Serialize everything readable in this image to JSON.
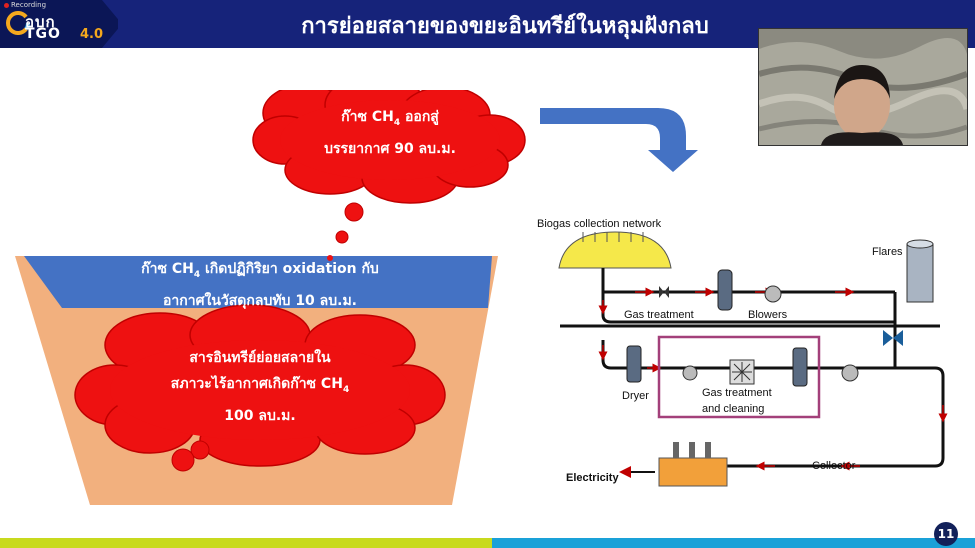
{
  "recording": {
    "label": "Recording"
  },
  "logo": {
    "top": "อบก",
    "bottom": "TGO",
    "version": "4.0"
  },
  "slide": {
    "title": "การย่อยสลายของขยะอินทรีย์ในหลุมฝังกลบ",
    "page_number": "11"
  },
  "top_cloud": {
    "line1_pre": "ก๊าซ CH",
    "line1_sub": "4",
    "line1_post": " ออกสู่",
    "line2": "บรรยากาศ 90 ลบ.ม."
  },
  "oxidation_layer": {
    "line1_pre": "ก๊าซ CH",
    "line1_sub": "4",
    "line1_post": " เกิดปฏิกิริยา  oxidation กับ",
    "line2": "อากาศในวัสดุกลบทับ 10 ลบ.ม."
  },
  "bottom_cloud": {
    "line1": "สารอินทรีย์ย่อยสลายใน",
    "line2_pre": "สภาวะไร้อากาศเกิดก๊าซ CH",
    "line2_sub": "4",
    "line3": "100 ลบ.ม."
  },
  "diagram": {
    "biogas_network": "Biogas collection network",
    "flares": "Flares",
    "gas_treatment": "Gas treatment",
    "blowers": "Blowers",
    "dryer": "Dryer",
    "gas_treatment_cleaning_1": "Gas treatment",
    "gas_treatment_cleaning_2": "and cleaning",
    "collector": "Collector",
    "electricity": "Electricity"
  },
  "colors": {
    "header": "#16237a",
    "cloud": "#ee1111",
    "landfill": "#f2b07e",
    "cover_layer": "#4472c4",
    "arrow": "#4472c4",
    "box": "#a3407a"
  }
}
